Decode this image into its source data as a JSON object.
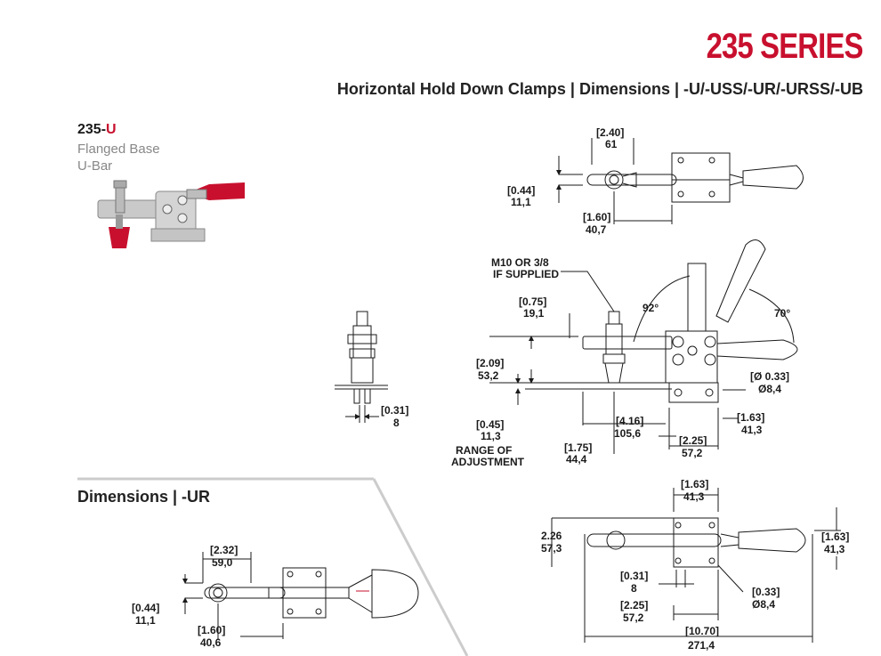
{
  "header": {
    "series_title": "235 SERIES",
    "subtitle": "Horizontal Hold Down Clamps | Dimensions | -U/-USS/-UR/-URSS/-UB"
  },
  "model": {
    "code_prefix": "235-",
    "code_suffix": "U",
    "line1": "Flanged Base",
    "line2": "U-Bar"
  },
  "section_ur": {
    "title": "Dimensions | -UR"
  },
  "colors": {
    "accent": "#c8102e",
    "line": "#1a1a1a",
    "grey_text": "#888888"
  },
  "top_view_u": {
    "width_in": "[2.40]",
    "width_mm": "61",
    "height_in": "[0.44]",
    "height_mm": "11,1",
    "offset_in": "[1.60]",
    "offset_mm": "40,7"
  },
  "side_view_u": {
    "bolt_note_1": "M10 OR 3/8",
    "bolt_note_2": "IF SUPPLIED",
    "spindle_in": "[0.75]",
    "spindle_mm": "19,1",
    "angle_open": "92°",
    "angle_handle": "70°",
    "height_in": "[2.09]",
    "height_mm": "53,2",
    "adjust_in": "[0.45]",
    "adjust_mm": "11,3",
    "adjust_label_1": "RANGE OF",
    "adjust_label_2": "ADJUSTMENT",
    "reach_in": "[1.75]",
    "reach_mm": "44,4",
    "length_in": "[4.16]",
    "length_mm": "105,6",
    "hole_dia_in": "[Ø 0.33]",
    "hole_dia_mm": "Ø8,4",
    "base_in": "[1.63]",
    "base_mm": "41,3",
    "base_len_in": "[2.25]",
    "base_len_mm": "57,2"
  },
  "front_view_u": {
    "width_in": "[0.31]",
    "width_mm": "8"
  },
  "top_view_ur": {
    "width_in": "[2.32]",
    "width_mm": "59,0",
    "height_in": "[0.44]",
    "height_mm": "11,1",
    "offset_in": "[1.60]",
    "offset_mm": "40,6"
  },
  "plan_view": {
    "base_w_in": "[1.63]",
    "base_w_mm": "41,3",
    "height_label": "2.26",
    "height_mm": "57,3",
    "side_in": "[1.63]",
    "side_mm": "41,3",
    "slot_in": "[0.31]",
    "slot_mm": "8",
    "hole_in": "[0.33]",
    "hole_mm": "Ø8,4",
    "base_len_in": "[2.25]",
    "base_len_mm": "57,2",
    "overall_in": "[10.70]",
    "overall_mm": "271,4"
  }
}
